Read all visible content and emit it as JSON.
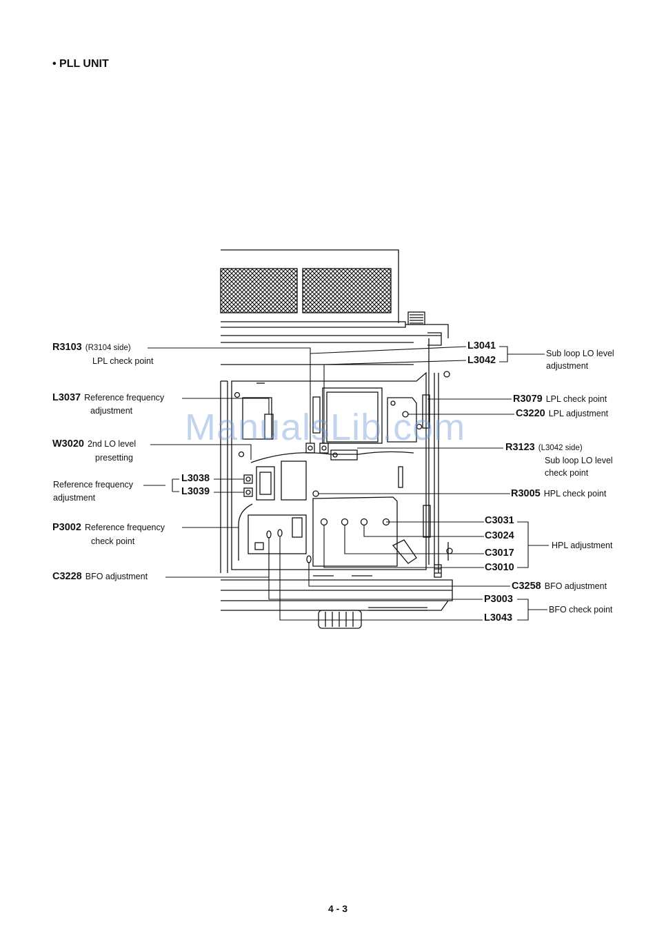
{
  "title": "• PLL UNIT",
  "page_number": "4 - 3",
  "watermark": "ManualsLib.com",
  "labels": {
    "r3103": {
      "code": "R3103",
      "side": "(R3104 side)",
      "desc": "LPL check point"
    },
    "l3037": {
      "code": "L3037",
      "desc1": "Reference frequency",
      "desc2": "adjustment"
    },
    "w3020": {
      "code": "W3020",
      "desc1": "2nd LO level",
      "desc2": "presetting"
    },
    "ref_adj": {
      "desc1": "Reference frequency",
      "desc2": "adjustment",
      "code1": "L3038",
      "code2": "L3039"
    },
    "p3002": {
      "code": "P3002",
      "desc1": "Reference frequency",
      "desc2": "check point"
    },
    "c3228": {
      "code": "C3228",
      "desc": "BFO adjustment"
    },
    "sub_loop": {
      "code1": "L3041",
      "code2": "L3042",
      "desc1": "Sub loop LO level",
      "desc2": "adjustment"
    },
    "r3079": {
      "code": "R3079",
      "desc": "LPL check point"
    },
    "c3220": {
      "code": "C3220",
      "desc": "LPL adjustment"
    },
    "r3123": {
      "code": "R3123",
      "side": "(L3042 side)",
      "desc1": "Sub loop LO level",
      "desc2": "check point"
    },
    "r3005": {
      "code": "R3005",
      "desc": "HPL check point"
    },
    "hpl": {
      "codes": [
        "C3031",
        "C3024",
        "C3017",
        "C3010"
      ],
      "desc": "HPL adjustment"
    },
    "c3258": {
      "code": "C3258",
      "desc": "BFO adjustment"
    },
    "bfo_check": {
      "code1": "P3003",
      "code2": "L3043",
      "desc": "BFO check point"
    }
  }
}
